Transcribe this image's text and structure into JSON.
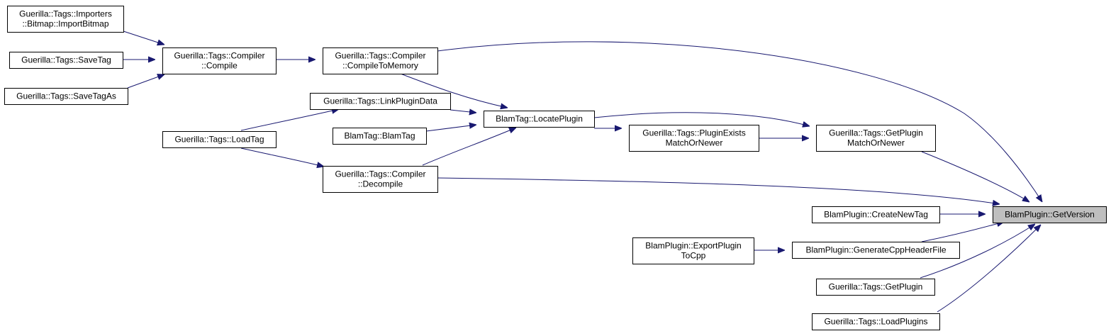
{
  "nodes": [
    {
      "id": "importbitmap",
      "lines": [
        "Guerilla::Tags::Importers",
        "::Bitmap::ImportBitmap"
      ]
    },
    {
      "id": "savetag",
      "lines": [
        "Guerilla::Tags::SaveTag"
      ]
    },
    {
      "id": "savetagas",
      "lines": [
        "Guerilla::Tags::SaveTagAs"
      ]
    },
    {
      "id": "compile",
      "lines": [
        "Guerilla::Tags::Compiler",
        "::Compile"
      ]
    },
    {
      "id": "compiletomemory",
      "lines": [
        "Guerilla::Tags::Compiler",
        "::CompileToMemory"
      ]
    },
    {
      "id": "linkplugindata",
      "lines": [
        "Guerilla::Tags::LinkPluginData"
      ]
    },
    {
      "id": "loadtag",
      "lines": [
        "Guerilla::Tags::LoadTag"
      ]
    },
    {
      "id": "blamtag",
      "lines": [
        "BlamTag::BlamTag"
      ]
    },
    {
      "id": "decompile",
      "lines": [
        "Guerilla::Tags::Compiler",
        "::Decompile"
      ]
    },
    {
      "id": "locateplugin",
      "lines": [
        "BlamTag::LocatePlugin"
      ]
    },
    {
      "id": "pluginexists",
      "lines": [
        "Guerilla::Tags::PluginExists",
        "MatchOrNewer"
      ]
    },
    {
      "id": "getpluginmatch",
      "lines": [
        "Guerilla::Tags::GetPlugin",
        "MatchOrNewer"
      ]
    },
    {
      "id": "createnewtag",
      "lines": [
        "BlamPlugin::CreateNewTag"
      ]
    },
    {
      "id": "exportplugin",
      "lines": [
        "BlamPlugin::ExportPlugin",
        "ToCpp"
      ]
    },
    {
      "id": "generatecpp",
      "lines": [
        "BlamPlugin::GenerateCppHeaderFile"
      ]
    },
    {
      "id": "getplugin",
      "lines": [
        "Guerilla::Tags::GetPlugin"
      ]
    },
    {
      "id": "loadplugins",
      "lines": [
        "Guerilla::Tags::LoadPlugins"
      ]
    },
    {
      "id": "getversion",
      "lines": [
        "BlamPlugin::GetVersion"
      ],
      "current": true
    }
  ],
  "edges": [
    {
      "from": "importbitmap",
      "to": "compile"
    },
    {
      "from": "savetag",
      "to": "compile"
    },
    {
      "from": "savetagas",
      "to": "compile"
    },
    {
      "from": "compile",
      "to": "compiletomemory"
    },
    {
      "from": "compiletomemory",
      "to": "locateplugin"
    },
    {
      "from": "compiletomemory",
      "to": "getversion"
    },
    {
      "from": "linkplugindata",
      "to": "locateplugin"
    },
    {
      "from": "loadtag",
      "to": "linkplugindata"
    },
    {
      "from": "loadtag",
      "to": "decompile"
    },
    {
      "from": "blamtag",
      "to": "locateplugin"
    },
    {
      "from": "decompile",
      "to": "locateplugin"
    },
    {
      "from": "decompile",
      "to": "getversion"
    },
    {
      "from": "locateplugin",
      "to": "pluginexists"
    },
    {
      "from": "locateplugin",
      "to": "getpluginmatch"
    },
    {
      "from": "pluginexists",
      "to": "getpluginmatch"
    },
    {
      "from": "getpluginmatch",
      "to": "getversion"
    },
    {
      "from": "createnewtag",
      "to": "getversion"
    },
    {
      "from": "exportplugin",
      "to": "generatecpp"
    },
    {
      "from": "generatecpp",
      "to": "getversion"
    },
    {
      "from": "getplugin",
      "to": "getversion"
    },
    {
      "from": "loadplugins",
      "to": "getversion"
    }
  ],
  "colors": {
    "edge": "#191970",
    "node_border": "#000000",
    "node_fill": "#ffffff",
    "current_fill": "#bfbfbf"
  }
}
